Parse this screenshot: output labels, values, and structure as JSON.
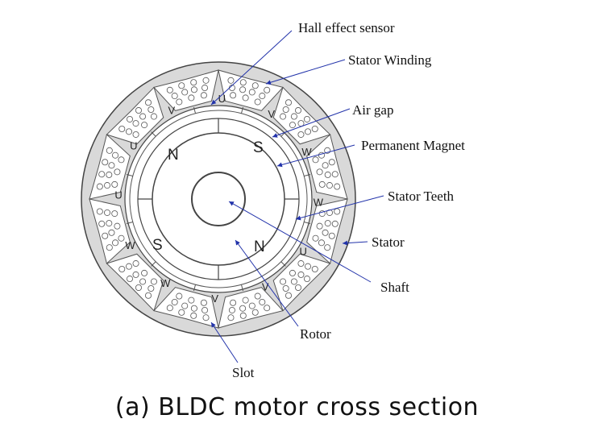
{
  "labels": {
    "hall_effect_sensor": "Hall effect sensor",
    "stator_winding": "Stator Winding",
    "air_gap": "Air gap",
    "permanent_magnet": "Permanent Magnet",
    "stator_teeth": "Stator Teeth",
    "stator": "Stator",
    "shaft": "Shaft",
    "rotor": "Rotor",
    "slot": "Slot"
  },
  "poles": [
    "N",
    "S",
    "S",
    "N"
  ],
  "slot_phases": [
    "U",
    "V",
    "W",
    "W",
    "U",
    "V",
    "V",
    "W",
    "W",
    "U",
    "U",
    "V"
  ],
  "caption": "(a)  BLDC  motor  cross  section",
  "colors": {
    "stator_fill": "#d9d9d9",
    "leader_line": "#2233aa",
    "outline": "#333333"
  }
}
